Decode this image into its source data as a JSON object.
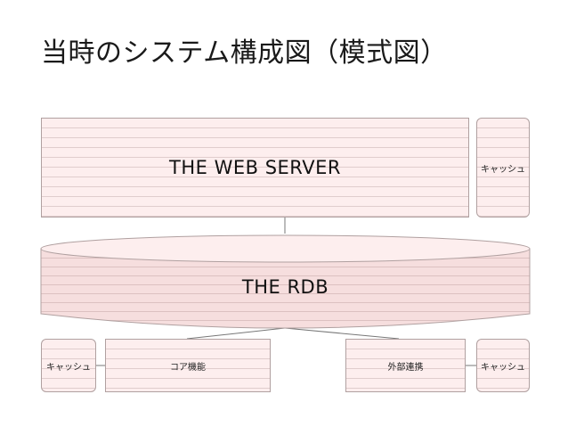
{
  "title": "当時のシステム構成図（模式図）",
  "diagram": {
    "web_server": "THE WEB SERVER",
    "web_cache": "キャッシュ",
    "rdb": "THE RDB",
    "bottom_left_cache": "キャッシュ",
    "core": "コア機能",
    "external": "外部連携",
    "bottom_right_cache": "キャッシュ"
  },
  "colors": {
    "fill": "#fdeeee",
    "stroke": "#b0a0a0",
    "line": "#777777"
  }
}
